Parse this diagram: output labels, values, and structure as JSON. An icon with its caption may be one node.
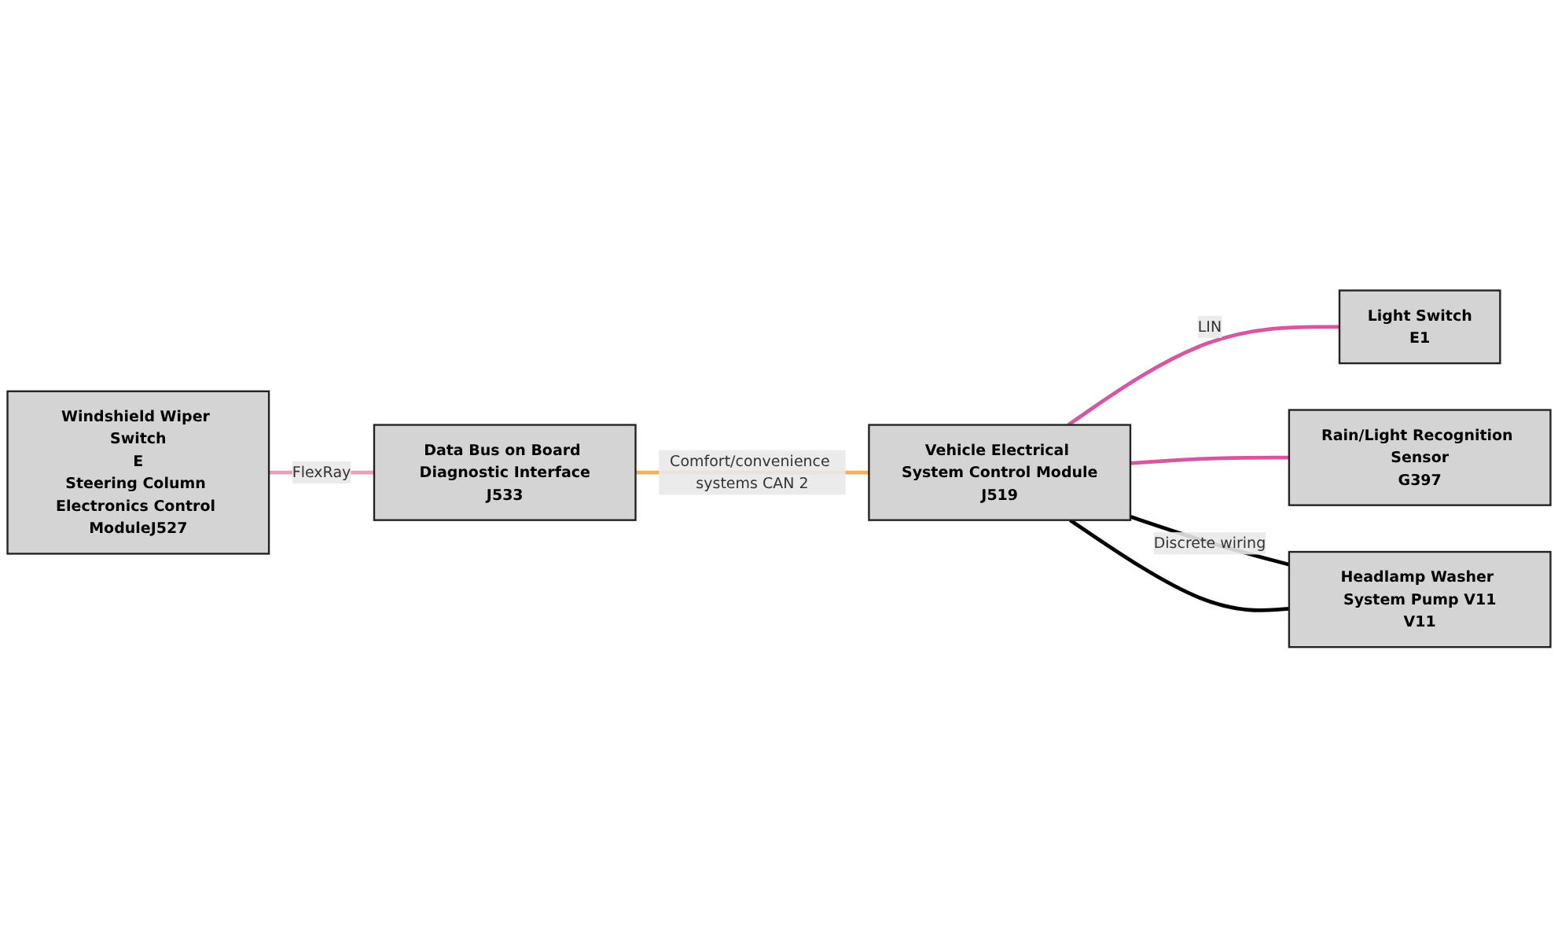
{
  "diagram": {
    "nodes": [
      {
        "text": [
          "Windshield Wiper Switch",
          "E",
          "Steering Column Electronics Control ModuleJ527"
        ]
      },
      {
        "text": [
          "Data Bus on Board Diagnostic Interface",
          "J533"
        ]
      },
      {
        "text": [
          "Vehicle Electrical System Control Module",
          "J519"
        ]
      },
      {
        "text": [
          "Light Switch",
          "E1"
        ]
      },
      {
        "text": [
          "Rain/Light Recognition Sensor",
          "G397"
        ]
      },
      {
        "text": [
          "Headlamp Washer System Pump V11",
          "V11"
        ]
      }
    ],
    "edges": [
      {
        "from": 0,
        "to": 1,
        "arrow": "none",
        "label": "FlexRay",
        "color": "#e8a0b4"
      },
      {
        "from": 1,
        "to": 2,
        "arrow": "none",
        "label": "Comfort/convenience systems CAN 2",
        "color": "#f0b060"
      },
      {
        "from": 2,
        "to": 3,
        "arrow": "none",
        "label": "LIN",
        "color": "#d9559f"
      },
      {
        "from": 2,
        "to": 4,
        "arrow": "none",
        "color": "#d9559f"
      },
      {
        "from": 2,
        "to": 5,
        "arrow": "none",
        "label": "Discrete wiring",
        "color": "#000000"
      },
      {
        "from": 2,
        "to": 5,
        "arrow": "none",
        "color": "#000000"
      }
    ]
  }
}
